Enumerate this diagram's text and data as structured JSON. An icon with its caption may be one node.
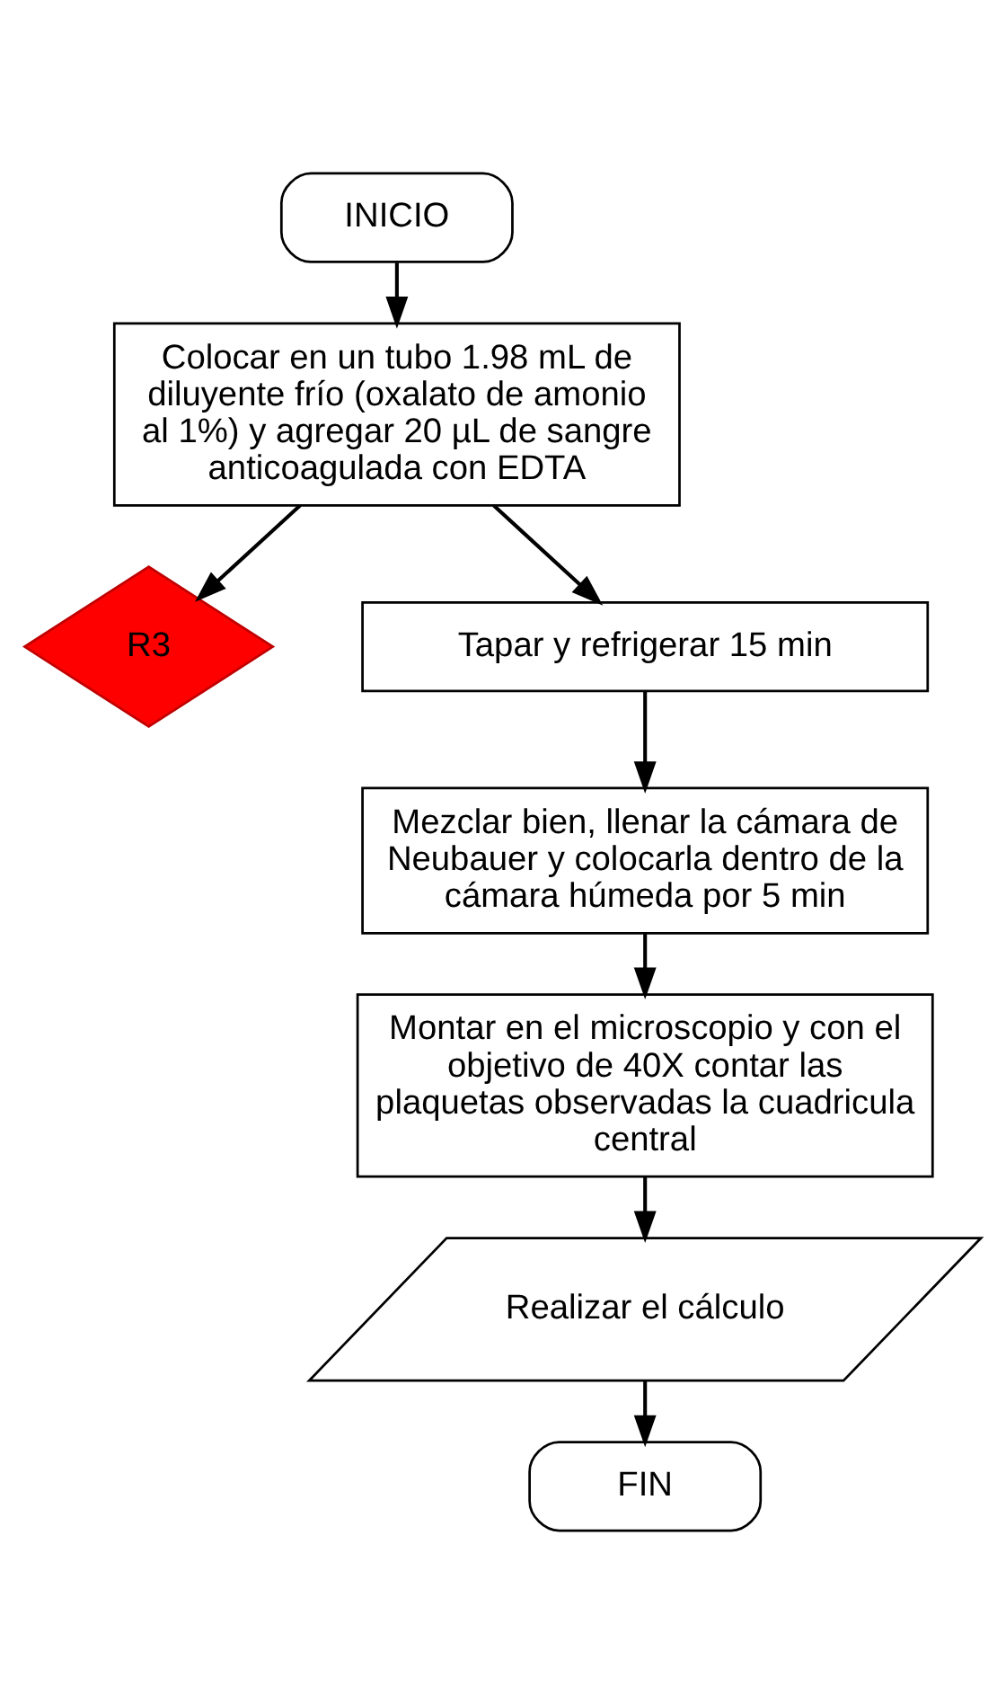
{
  "diagram": {
    "nodes": [
      {
        "text": [
          "INICIO"
        ]
      },
      {
        "text": [
          "Colocar en un tubo 1.98 mL de diluyente frío (oxalato de amonio al 1%) y agregar 20 µL de sangre anticoagulada con EDTA"
        ]
      },
      {
        "text": [
          "R3"
        ]
      },
      {
        "text": [
          "Tapar y refrigerar 15 min"
        ]
      },
      {
        "text": [
          "Mezclar bien, llenar la cámara de Neubauer y colocarla dentro de la cámara húmeda por 5 min"
        ]
      },
      {
        "text": [
          "Montar en el microscopio y con el objetivo de 40X contar las plaquetas observadas la cuadricula central"
        ]
      },
      {
        "text": [
          "Realizar el cálculo"
        ]
      },
      {
        "text": [
          "FIN"
        ]
      }
    ],
    "edges": [
      {
        "from": 0,
        "to": 1,
        "arrow": "to"
      },
      {
        "from": 1,
        "to": 3,
        "arrow": "to"
      },
      {
        "from": 1,
        "to": 2,
        "arrow": "to"
      },
      {
        "from": 3,
        "to": 4,
        "arrow": "to"
      },
      {
        "from": 4,
        "to": 5,
        "arrow": "to"
      },
      {
        "from": 5,
        "to": 6,
        "arrow": "to"
      },
      {
        "from": 6,
        "to": 7,
        "arrow": "to"
      }
    ]
  }
}
